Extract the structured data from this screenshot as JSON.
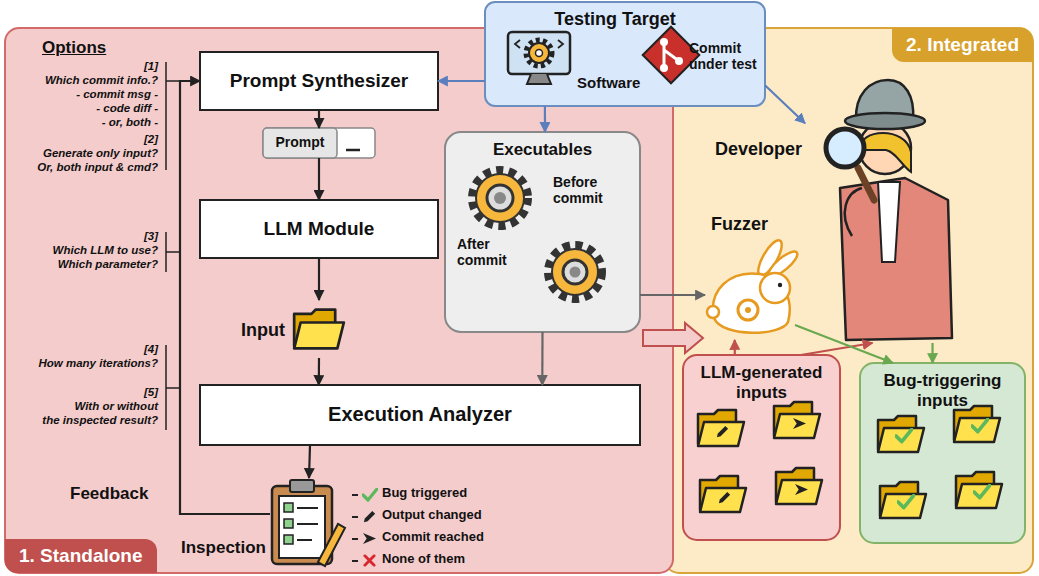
{
  "diagram": {
    "nodes": [
      {
        "text": [
          "1. Standalone"
        ]
      },
      {
        "text": [
          "2. Integrated"
        ]
      },
      {
        "text": [
          "Testing Target",
          "Software",
          "Commit under test"
        ]
      },
      {
        "text": [
          "Prompt Synthesizer"
        ],
        "in": 0
      },
      {
        "text": [
          "Prompt"
        ],
        "in": 0
      },
      {
        "text": [
          "LLM Module"
        ],
        "in": 0
      },
      {
        "text": [
          "Input"
        ],
        "in": 0
      },
      {
        "text": [
          "Executables",
          "Before commit",
          "After commit"
        ],
        "in": 0
      },
      {
        "text": [
          "Execution Analyzer"
        ],
        "in": 0
      },
      {
        "text": [
          "Inspection"
        ],
        "in": 0
      },
      {
        "text": [
          "Fuzzer"
        ],
        "in": 1
      },
      {
        "text": [
          "Developer"
        ],
        "in": 1
      },
      {
        "text": [
          "LLM-generated inputs"
        ],
        "in": 1
      },
      {
        "text": [
          "Bug-triggering inputs"
        ],
        "in": 1
      }
    ],
    "edges": [
      {
        "from": 2,
        "to": 3,
        "arrow": "to"
      },
      {
        "from": 2,
        "to": 7,
        "arrow": "to"
      },
      {
        "from": 2,
        "to": 11,
        "arrow": "to"
      },
      {
        "from": 3,
        "to": 4,
        "arrow": "to"
      },
      {
        "from": 4,
        "to": 5,
        "arrow": "to"
      },
      {
        "from": 5,
        "to": 6,
        "arrow": "to"
      },
      {
        "from": 6,
        "to": 8,
        "arrow": "to"
      },
      {
        "from": 7,
        "to": 8,
        "arrow": "to"
      },
      {
        "from": 8,
        "to": 9,
        "arrow": "to"
      },
      {
        "from": 9,
        "to": 3,
        "arrow": "to",
        "label": "Feedback"
      },
      {
        "from": 7,
        "to": 10,
        "arrow": "to"
      },
      {
        "from": 0,
        "to": 1,
        "arrow": "to"
      },
      {
        "from": 12,
        "to": 10,
        "arrow": "to"
      },
      {
        "from": 12,
        "to": 11,
        "arrow": "to"
      },
      {
        "from": 10,
        "to": 13,
        "arrow": "to"
      },
      {
        "from": 11,
        "to": 13,
        "arrow": "to"
      }
    ],
    "labels": [
      "Options",
      "[1]",
      "Which commit info.?",
      "- commit msg -",
      "- code diff -",
      "- or, both -",
      "[2]",
      "Generate only input?",
      "Or, both input & cmd?",
      "[3]",
      "Which LLM to use?",
      "Which parameter?",
      "[4]",
      "How many iterations?",
      "[5]",
      "With or without",
      "the inspected result?"
    ],
    "legend": [
      {
        "text": "Bug triggered"
      },
      {
        "text": "Output changed"
      },
      {
        "text": "Commit reached"
      },
      {
        "text": "None of them"
      }
    ]
  }
}
